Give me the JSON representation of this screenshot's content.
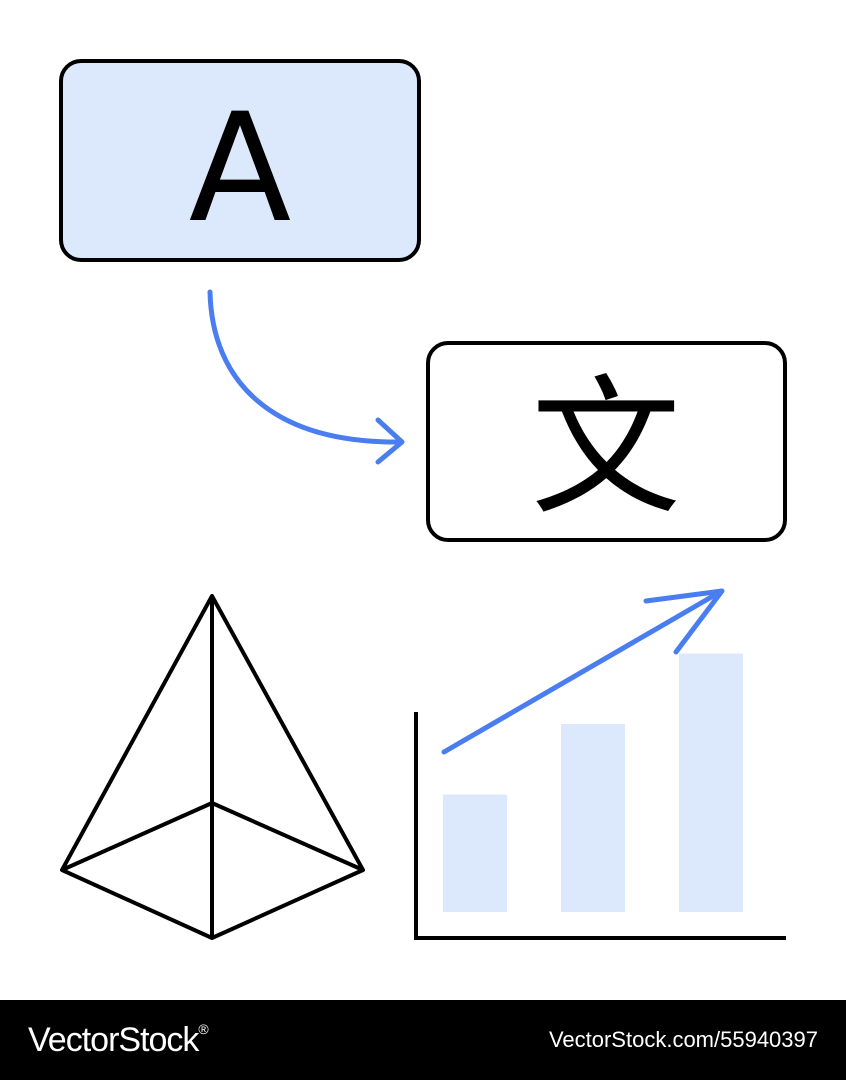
{
  "source_box": {
    "letter": "A",
    "fill": "#dce8fb"
  },
  "target_box": {
    "glyph": "文"
  },
  "accent_color": "#4a7ef0",
  "bar_color": "#dce8fb",
  "chart_data": {
    "type": "bar",
    "categories": [
      "",
      "",
      ""
    ],
    "values": [
      1,
      1.6,
      2.2
    ],
    "title": "",
    "xlabel": "",
    "ylabel": "",
    "ylim": [
      0,
      2.4
    ],
    "grid": false,
    "trend_arrow": "up"
  },
  "footer": {
    "brand": "VectorStock",
    "registered_mark": "®",
    "url": "VectorStock.com/55940397"
  }
}
